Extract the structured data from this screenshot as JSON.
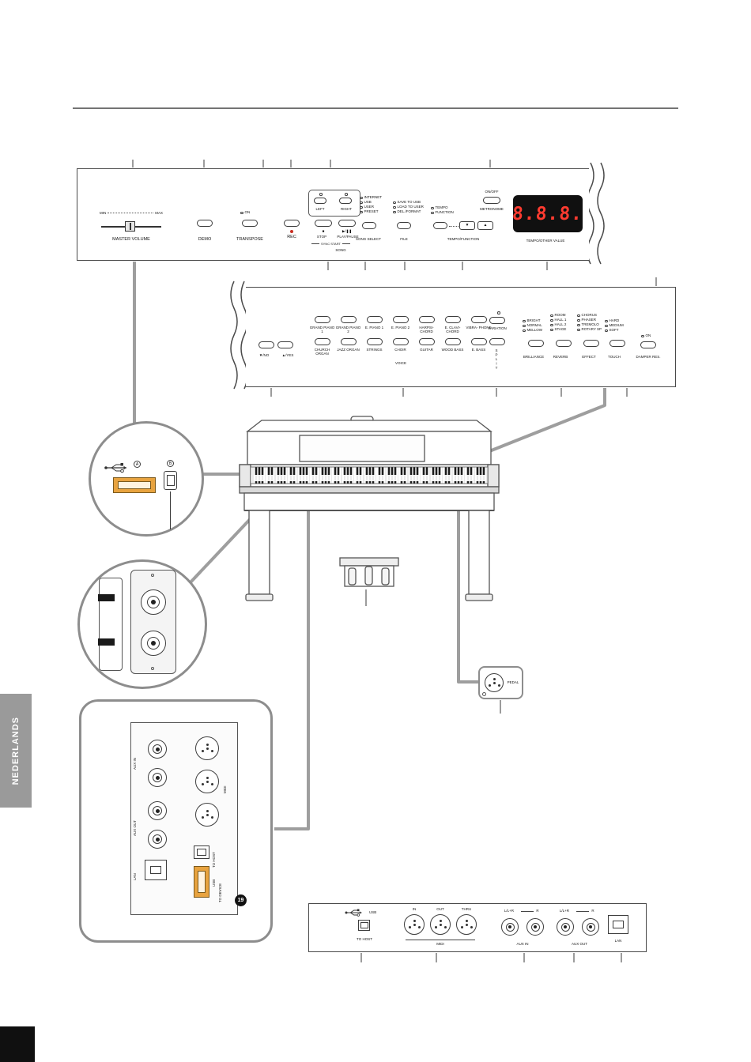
{
  "page": {
    "language_tab": "NEDERLANDS"
  },
  "top_panel": {
    "master_volume": {
      "min": "MIN",
      "max": "MAX",
      "label": "MASTER VOLUME"
    },
    "demo": {
      "label": "DEMO"
    },
    "transpose": {
      "on": "ON",
      "label": "TRANSPOSE"
    },
    "rec": {
      "label": "REC"
    },
    "left_right": {
      "left": "LEFT",
      "right": "RIGHT"
    },
    "transport": {
      "stop_symbol": "■",
      "play_symbol": "▶/❚❚",
      "stop": "STOP",
      "play": "PLAY/PAUSE",
      "sync_start": "SYNC START",
      "song": "SONG"
    },
    "song_select": {
      "indicators": [
        "INTERNET",
        "USB",
        "USER",
        "PRESET"
      ],
      "label": "SONG SELECT"
    },
    "file": {
      "indicators": [
        "SAVE TO USB",
        "LOAD TO USER",
        "DEL./FORMAT"
      ],
      "label": "FILE"
    },
    "tempo_function": {
      "indicators": [
        "TEMPO",
        "FUNCTION"
      ],
      "down": "▼",
      "up": "▲",
      "label": "TEMPO/FUNCTION"
    },
    "metronome": {
      "on_off": "ON/OFF",
      "label": "METRONOME"
    },
    "display": {
      "value": "8.8.8.",
      "label": "TEMPO/OTHER VALUE"
    }
  },
  "voice_panel": {
    "no": "▼/NO",
    "yes": "▲/YES",
    "voices_top": [
      "GRAND PIANO 1",
      "GRAND PIANO 2",
      "E. PIANO 1",
      "E. PIANO 2",
      "HARPSI- CHORD",
      "E. CLAVI- CHORD",
      "VIBRA- PHONE"
    ],
    "voices_bottom": [
      "CHURCH ORGAN",
      "JAZZ ORGAN",
      "STRINGS",
      "CHOIR",
      "GUITAR",
      "WOOD BASS",
      "E. BASS"
    ],
    "voice_label": "VOICE",
    "variation": "VARIATION",
    "split": "SPLIT",
    "brilliance": {
      "options": [
        "BRIGHT",
        "NORMAL",
        "MELLOW"
      ],
      "label": "BRILLIANCE"
    },
    "reverb": {
      "options": [
        "ROOM",
        "HALL 1",
        "HALL 2",
        "STAGE"
      ],
      "label": "REVERB"
    },
    "effect": {
      "options": [
        "CHORUS",
        "PHASER",
        "TREMOLO",
        "ROTARY SP"
      ],
      "label": "EFFECT"
    },
    "touch": {
      "options": [
        "HARD",
        "MEDIUM",
        "SOFT"
      ],
      "label": "TOUCH"
    },
    "damper": {
      "on": "ON",
      "label": "DAMPER RES."
    }
  },
  "usb_callout": {
    "a": "A",
    "b": "B"
  },
  "pedal_callout": {
    "label": "PEDAL"
  },
  "connector_callout": {
    "aux_in": "AUX IN",
    "aux_out": "AUX OUT",
    "midi": "MIDI",
    "lan": "LAN",
    "to_host": "TO HOST",
    "usb": "USB",
    "to_device": "TO DEVICE",
    "badge": "19"
  },
  "rear_panel": {
    "usb": "USB",
    "to_host": "TO HOST",
    "midi": {
      "label": "MIDI",
      "in": "IN",
      "out": "OUT",
      "thru": "THRU"
    },
    "aux_in": {
      "label": "AUX IN",
      "l": "L/L+R",
      "r": "R"
    },
    "aux_out": {
      "label": "AUX OUT",
      "l": "L/L+R",
      "r": "R"
    },
    "lan": "LAN"
  }
}
